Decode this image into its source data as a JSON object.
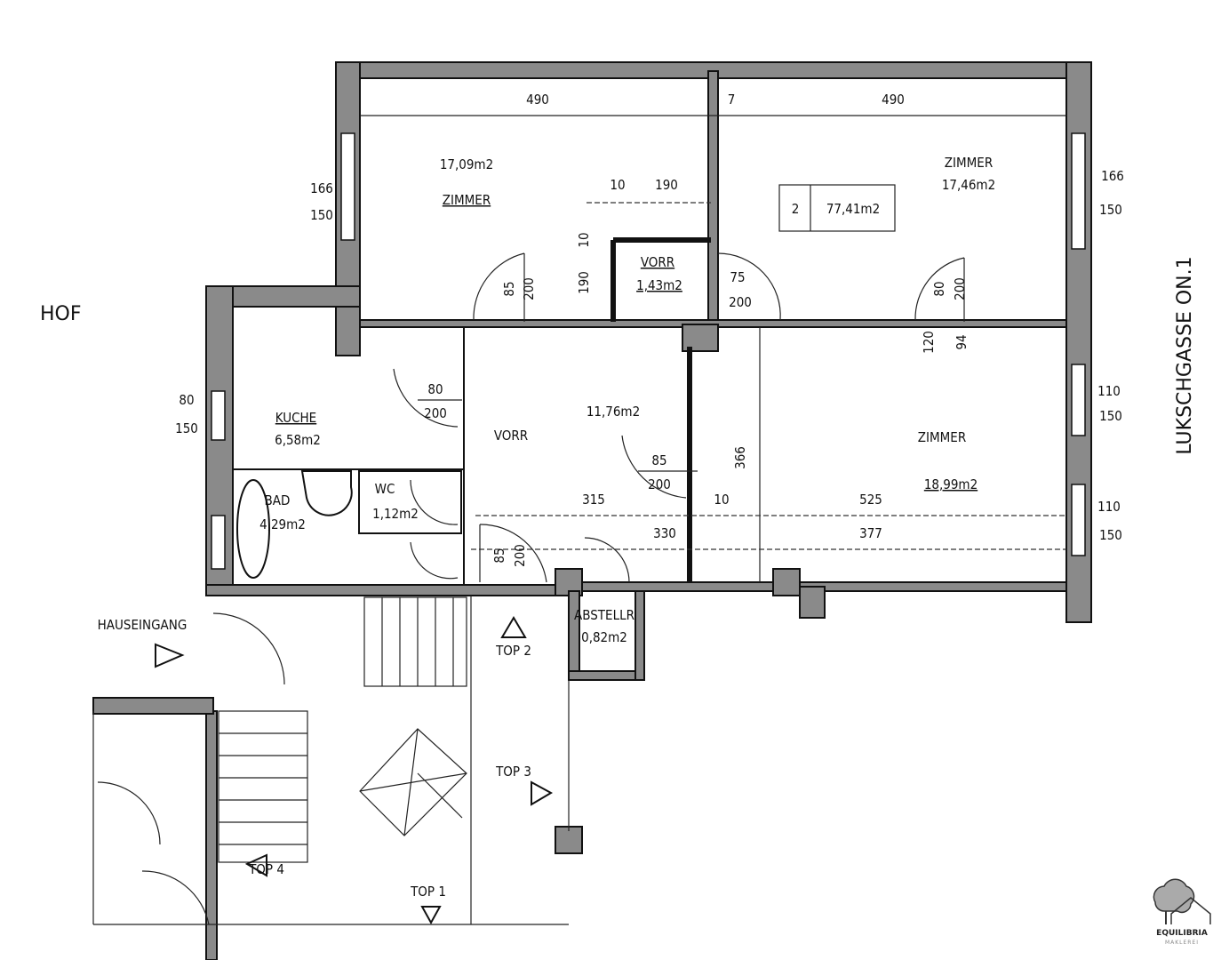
{
  "plan": {
    "hof": "HOF",
    "street": "LUKSCHGASSE ON.1",
    "unit": {
      "number": "2",
      "area": "77,41m2"
    },
    "rooms": {
      "zimmer_nw": {
        "name": "ZIMMER",
        "area": "17,09m2"
      },
      "zimmer_ne": {
        "name": "ZIMMER",
        "area": "17,46m2"
      },
      "zimmer_se": {
        "name": "ZIMMER",
        "area": "18,99m2"
      },
      "vorr_small": {
        "name": "VORR",
        "area": "1,43m2"
      },
      "vorr": {
        "name": "VORR",
        "area": "11,76m2"
      },
      "kueche": {
        "name": "KUCHE",
        "area": "6,58m2"
      },
      "bad": {
        "name": "BAD",
        "area": "4,29m2"
      },
      "wc": {
        "name": "WC",
        "area": "1,12m2"
      },
      "abstellr": {
        "name": "ABSTELLR",
        "area": "0,82m2"
      }
    },
    "dims": {
      "top_left_width": "490",
      "top_gap": "7",
      "top_right_width": "490",
      "d10a": "10",
      "d190a": "190",
      "d10b": "10",
      "d190b": "190",
      "door_nw_w": "85",
      "door_nw_h": "200",
      "door_vorr_w": "75",
      "door_vorr_h": "200",
      "door_ne_w": "80",
      "door_ne_h": "200",
      "win_nw_w": "166",
      "win_nw_h": "150",
      "win_ne_w": "166",
      "win_ne_h": "150",
      "d120": "120",
      "d94": "94",
      "door_k_w": "80",
      "door_k_h": "200",
      "win_k_w": "80",
      "win_k_h": "150",
      "door_se_w": "85",
      "door_se_h": "200",
      "d366": "366",
      "d10c": "10",
      "d525": "525",
      "d315": "315",
      "d330": "330",
      "d377": "377",
      "win_se1_w": "110",
      "win_se1_h": "150",
      "win_se2_w": "110",
      "win_se2_h": "150",
      "door_entry_w": "85",
      "door_entry_h": "200"
    },
    "labels": {
      "hauseingang": "HAUSEINGANG",
      "top1": "TOP 1",
      "top2": "TOP 2",
      "top3": "TOP 3",
      "top4": "TOP 4"
    }
  },
  "logo": {
    "name": "EQUILIBRIA",
    "sub": "MAKLEREI"
  }
}
